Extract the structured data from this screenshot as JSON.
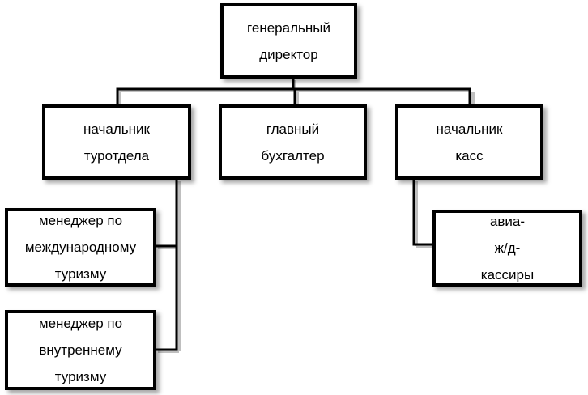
{
  "diagram": {
    "type": "org-chart",
    "nodes": {
      "general_director": "генеральный\nдиректор",
      "tour_dept_head": "начальник\nтуротдела",
      "chief_accountant": "главный\nбухгалтер",
      "ticket_office_head": "начальник\nкасс",
      "intl_tourism_manager": "менеджер по\nмеждународному\nтуризму",
      "domestic_tourism_manager": "менеджер по\nвнутреннему\nтуризму",
      "cashiers": "авиа-\nж/д-\nкассиры"
    },
    "edges": [
      [
        "general_director",
        "tour_dept_head"
      ],
      [
        "general_director",
        "chief_accountant"
      ],
      [
        "general_director",
        "ticket_office_head"
      ],
      [
        "tour_dept_head",
        "intl_tourism_manager"
      ],
      [
        "tour_dept_head",
        "domestic_tourism_manager"
      ],
      [
        "ticket_office_head",
        "cashiers"
      ]
    ],
    "colors": {
      "border": "#000000",
      "background": "#ffffff"
    }
  }
}
